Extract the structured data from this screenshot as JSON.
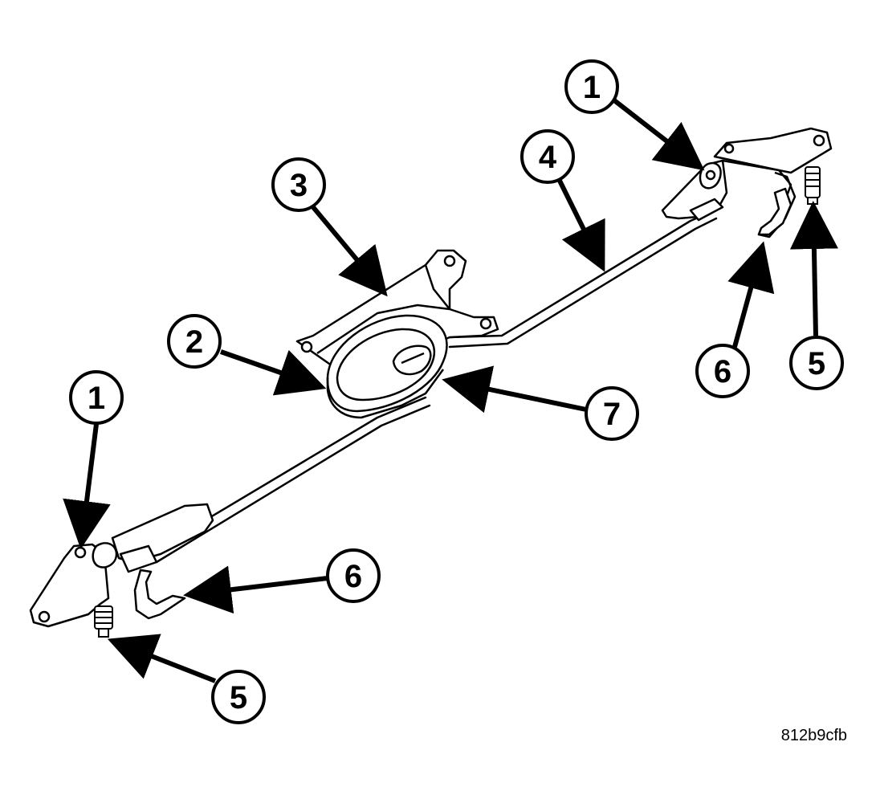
{
  "diagram": {
    "callouts": [
      {
        "id": "c1-right",
        "label": "1"
      },
      {
        "id": "c1-left",
        "label": "1"
      },
      {
        "id": "c2",
        "label": "2"
      },
      {
        "id": "c3",
        "label": "3"
      },
      {
        "id": "c4",
        "label": "4"
      },
      {
        "id": "c5-right",
        "label": "5"
      },
      {
        "id": "c5-left",
        "label": "5"
      },
      {
        "id": "c6-right",
        "label": "6"
      },
      {
        "id": "c6-left",
        "label": "6"
      },
      {
        "id": "c7",
        "label": "7"
      }
    ],
    "figure_id": "812b9cfb"
  }
}
